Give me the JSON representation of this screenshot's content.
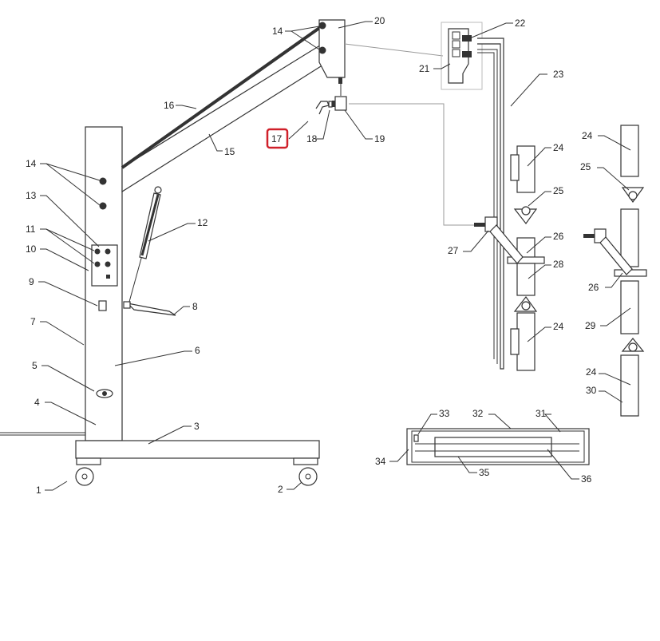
{
  "labels": {
    "l1": "1",
    "l2": "2",
    "l3": "3",
    "l4": "4",
    "l5": "5",
    "l6": "6",
    "l7": "7",
    "l8": "8",
    "l9": "9",
    "l10": "10",
    "l11": "11",
    "l12": "12",
    "l13": "13",
    "l14a": "14",
    "l14b": "14",
    "l15": "15",
    "l16": "16",
    "l17": "17",
    "l18": "18",
    "l19": "19",
    "l20": "20",
    "l21": "21",
    "l22": "22",
    "l23": "23",
    "l24a": "24",
    "l24b": "24",
    "l24c": "24",
    "l24d": "24",
    "l25a": "25",
    "l25b": "25",
    "l26a": "26",
    "l26b": "26",
    "l27": "27",
    "l28": "28",
    "l29": "29",
    "l30": "30",
    "l31": "31",
    "l32": "32",
    "l33": "33",
    "l34": "34",
    "l35": "35",
    "l36": "36"
  },
  "highlight": {
    "label_key": "l17",
    "color": "#d0202a"
  }
}
